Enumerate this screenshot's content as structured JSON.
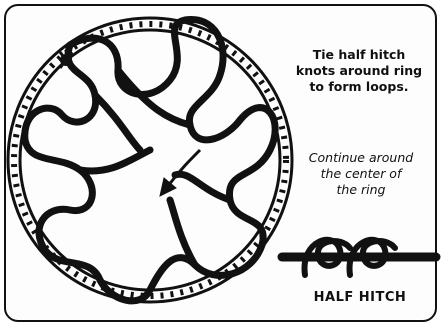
{
  "captions": {
    "tie_instruction": [
      "Tie half hitch",
      "knots around ring",
      "to form loops."
    ],
    "continue_instruction": [
      "Continue around",
      "the center of",
      "the ring"
    ],
    "knot_label": "HALF HITCH"
  },
  "colors": {
    "line": "#111111",
    "background": "#ffffff"
  },
  "icons": [
    "ring",
    "cord-loops",
    "direction-arrow",
    "half-hitch-knot"
  ]
}
